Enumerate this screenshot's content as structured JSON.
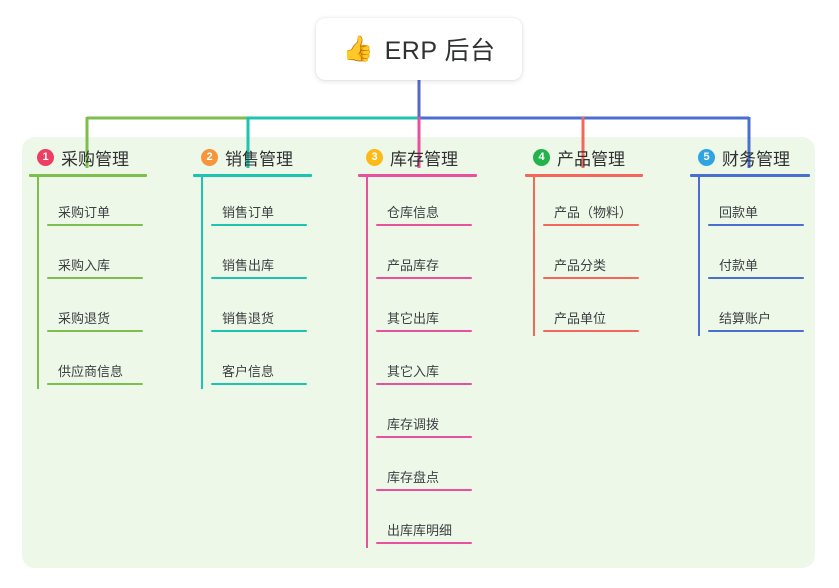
{
  "root": {
    "icon": "thumbs-up-icon",
    "icon_glyph": "👍",
    "title": "ERP 后台"
  },
  "palette": {
    "panel_background": "#eef8e8",
    "page_background": "#ffffff",
    "root_connector": "#5668c8",
    "branch_green": "#7dbe4e",
    "branch_teal": "#1ec4b0",
    "branch_pink": "#e8519c",
    "branch_red": "#f4675b",
    "branch_blue": "#4a6fd0"
  },
  "columns": [
    {
      "number": "1",
      "title": "采购管理",
      "badge_color": "#ec3f63",
      "line_color": "#7dbe4e",
      "items": [
        {
          "label": "采购订单"
        },
        {
          "label": "采购入库"
        },
        {
          "label": "采购退货"
        },
        {
          "label": "供应商信息"
        }
      ]
    },
    {
      "number": "2",
      "title": "销售管理",
      "badge_color": "#f5963c",
      "line_color": "#1ec4b0",
      "items": [
        {
          "label": "销售订单"
        },
        {
          "label": "销售出库"
        },
        {
          "label": "销售退货"
        },
        {
          "label": "客户信息"
        }
      ]
    },
    {
      "number": "3",
      "title": "库存管理",
      "badge_color": "#fcba19",
      "line_color": "#e8519c",
      "items": [
        {
          "label": "仓库信息"
        },
        {
          "label": "产品库存"
        },
        {
          "label": "其它出库"
        },
        {
          "label": "其它入库"
        },
        {
          "label": "库存调拨"
        },
        {
          "label": "库存盘点"
        },
        {
          "label": "出库库明细"
        }
      ]
    },
    {
      "number": "4",
      "title": "产品管理",
      "badge_color": "#23b34a",
      "line_color": "#f4675b",
      "items": [
        {
          "label": "产品（物料）"
        },
        {
          "label": "产品分类"
        },
        {
          "label": "产品单位"
        }
      ]
    },
    {
      "number": "5",
      "title": "财务管理",
      "badge_color": "#2fa4e0",
      "line_color": "#4a6fd0",
      "items": [
        {
          "label": "回款单"
        },
        {
          "label": "付款单"
        },
        {
          "label": "结算账户"
        }
      ]
    }
  ]
}
